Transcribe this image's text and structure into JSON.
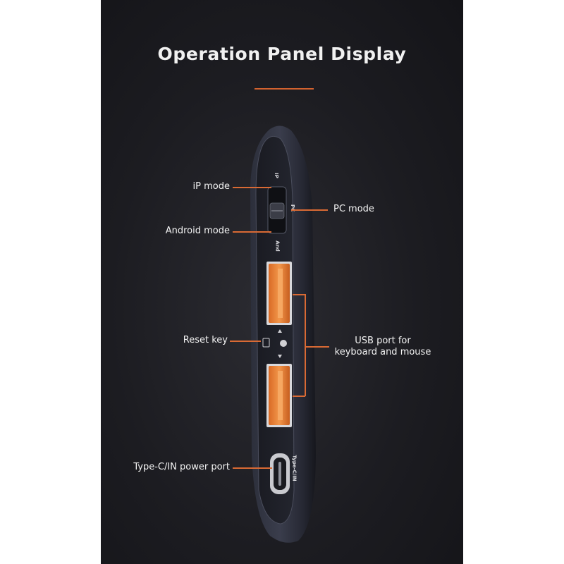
{
  "title": "Operation Panel Display",
  "accent_color": "#d96a34",
  "labels": {
    "ip_mode": "iP mode",
    "pc_mode": "PC mode",
    "android_mode": "Android mode",
    "reset_key": "Reset key",
    "usb_port": "USB port for",
    "usb_port_line2": "keyboard and mouse",
    "typec_port": "Type-C/IN power port"
  },
  "device_text": {
    "ip": "IP",
    "pc": "PC",
    "and": "And",
    "typec": "Type-C/IN"
  }
}
